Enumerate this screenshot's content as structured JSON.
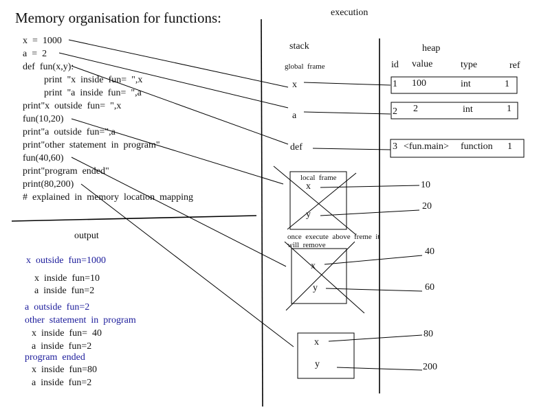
{
  "title": "Memory organisation for functions:",
  "code_lines": [
    "x  =  1000",
    "a  =  2",
    "def  fun(x,y):",
    "print  \"x  inside  fun=  \",x",
    "print  \"a  inside  fun=  \",a",
    "print\"x  outside  fun=  \",x",
    "fun(10,20)",
    "print\"a  outside  fun=\",a",
    "print\"other  statement  in  program\"",
    "fun(40,60)",
    "print\"program  ended\"",
    "print(80,200)",
    "#  explained  in  memory  location  mapping"
  ],
  "output": {
    "heading": "output",
    "lines": [
      "x  outside  fun=1000",
      "x  inside  fun=10",
      "a  inside  fun=2",
      "a  outside  fun=2",
      "other  statement  in  program",
      "x  inside  fun=  40",
      "a  inside  fun=2",
      "program  ended",
      "x  inside  fun=80",
      "a  inside  fun=2"
    ]
  },
  "execution": {
    "heading": "execution",
    "stack": {
      "label": "stack",
      "global_frame_label": "global  frame",
      "global_vars": [
        "x",
        "a",
        "def"
      ],
      "local_frame_label": "local  frame",
      "note_line1": "once  execute  above  freme  it",
      "note_line2": "will  remove",
      "frames": [
        {
          "var1": "x",
          "var2": "y",
          "val1": "10",
          "val2": "20"
        },
        {
          "var1": "x",
          "var2": "y",
          "val1": "40",
          "val2": "60"
        },
        {
          "var1": "x",
          "var2": "y",
          "val1": "80",
          "val2": "200"
        }
      ]
    },
    "heap": {
      "label": "heap",
      "columns": [
        "id",
        "value",
        "type",
        "ref"
      ],
      "rows": [
        {
          "id": "1",
          "value": "100",
          "type": "int",
          "ref": "1"
        },
        {
          "id": "2",
          "value": "2",
          "type": "int",
          "ref": "1"
        },
        {
          "id": "3",
          "value": "<fun.main>",
          "type": "function",
          "ref": "1"
        }
      ]
    }
  }
}
